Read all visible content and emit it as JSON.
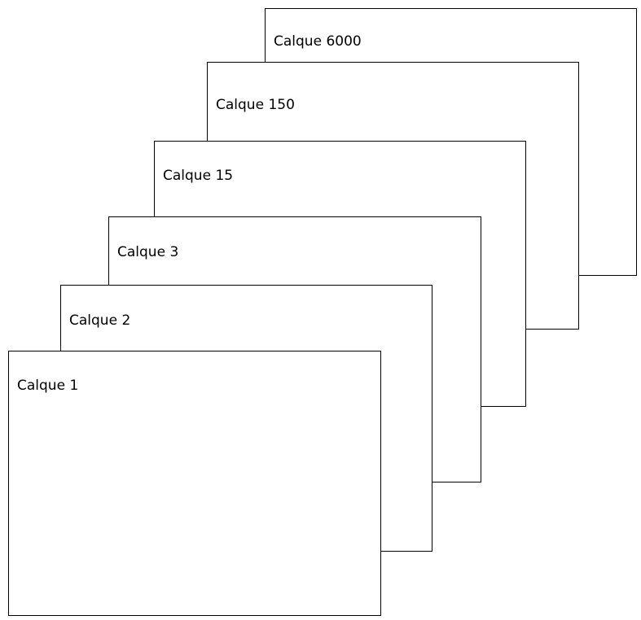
{
  "layers": [
    {
      "label": "Calque 1"
    },
    {
      "label": "Calque 2"
    },
    {
      "label": "Calque 3"
    },
    {
      "label": "Calque 15"
    },
    {
      "label": "Calque 150"
    },
    {
      "label": "Calque 6000"
    }
  ],
  "colors": {
    "background": "#ffffff",
    "stroke": "#000000"
  }
}
